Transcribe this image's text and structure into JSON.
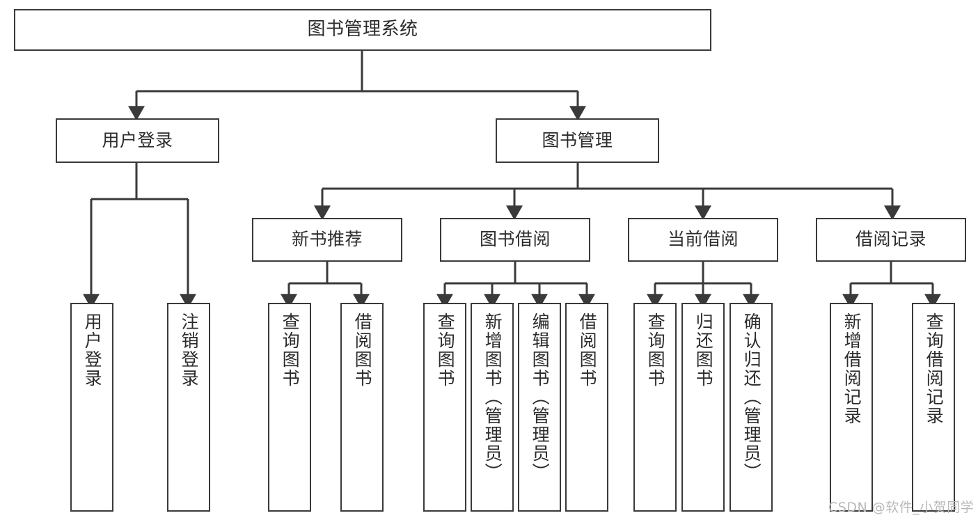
{
  "diagram": {
    "type": "tree",
    "title": "图书管理系统",
    "watermark": "CSDN @软件_小贺同学",
    "colors": {
      "stroke": "#3a3a3a",
      "text": "#2b2b2b",
      "background": "#ffffff",
      "watermark": "#b9b9b9"
    },
    "nodes": {
      "root": {
        "label": "图书管理系统",
        "level": 0,
        "orientation": "horizontal"
      },
      "l1": [
        {
          "id": "user-login",
          "label": "用户登录",
          "orientation": "horizontal"
        },
        {
          "id": "book-manage",
          "label": "图书管理",
          "orientation": "horizontal"
        }
      ],
      "l2": [
        {
          "id": "new-book-recommend",
          "label": "新书推荐",
          "orientation": "horizontal"
        },
        {
          "id": "book-borrow",
          "label": "图书借阅",
          "orientation": "horizontal"
        },
        {
          "id": "current-borrow",
          "label": "当前借阅",
          "orientation": "horizontal"
        },
        {
          "id": "borrow-record",
          "label": "借阅记录",
          "orientation": "horizontal"
        }
      ],
      "leaves": {
        "user-login": [
          {
            "id": "leaf-user-login",
            "label": "用户登录",
            "orientation": "vertical"
          },
          {
            "id": "leaf-logout-login",
            "label": "注销登录",
            "orientation": "vertical"
          }
        ],
        "new-book-recommend": [
          {
            "id": "leaf-query-book-1",
            "label": "查询图书",
            "orientation": "vertical"
          },
          {
            "id": "leaf-borrow-book-1",
            "label": "借阅图书",
            "orientation": "vertical"
          }
        ],
        "book-borrow": [
          {
            "id": "leaf-query-book-2",
            "label": "查询图书",
            "orientation": "vertical"
          },
          {
            "id": "leaf-add-book",
            "label": "新增图书（管理员）",
            "orientation": "vertical"
          },
          {
            "id": "leaf-edit-book",
            "label": "编辑图书（管理员）",
            "orientation": "vertical"
          },
          {
            "id": "leaf-borrow-book-2",
            "label": "借阅图书",
            "orientation": "vertical"
          }
        ],
        "current-borrow": [
          {
            "id": "leaf-query-book-3",
            "label": "查询图书",
            "orientation": "vertical"
          },
          {
            "id": "leaf-return-book",
            "label": "归还图书",
            "orientation": "vertical"
          },
          {
            "id": "leaf-confirm-return",
            "label": "确认归还（管理员）",
            "orientation": "vertical"
          }
        ],
        "borrow-record": [
          {
            "id": "leaf-add-borrow-record",
            "label": "新增借阅记录",
            "orientation": "vertical"
          },
          {
            "id": "leaf-query-borrow-record",
            "label": "查询借阅记录",
            "orientation": "vertical"
          }
        ]
      }
    }
  }
}
